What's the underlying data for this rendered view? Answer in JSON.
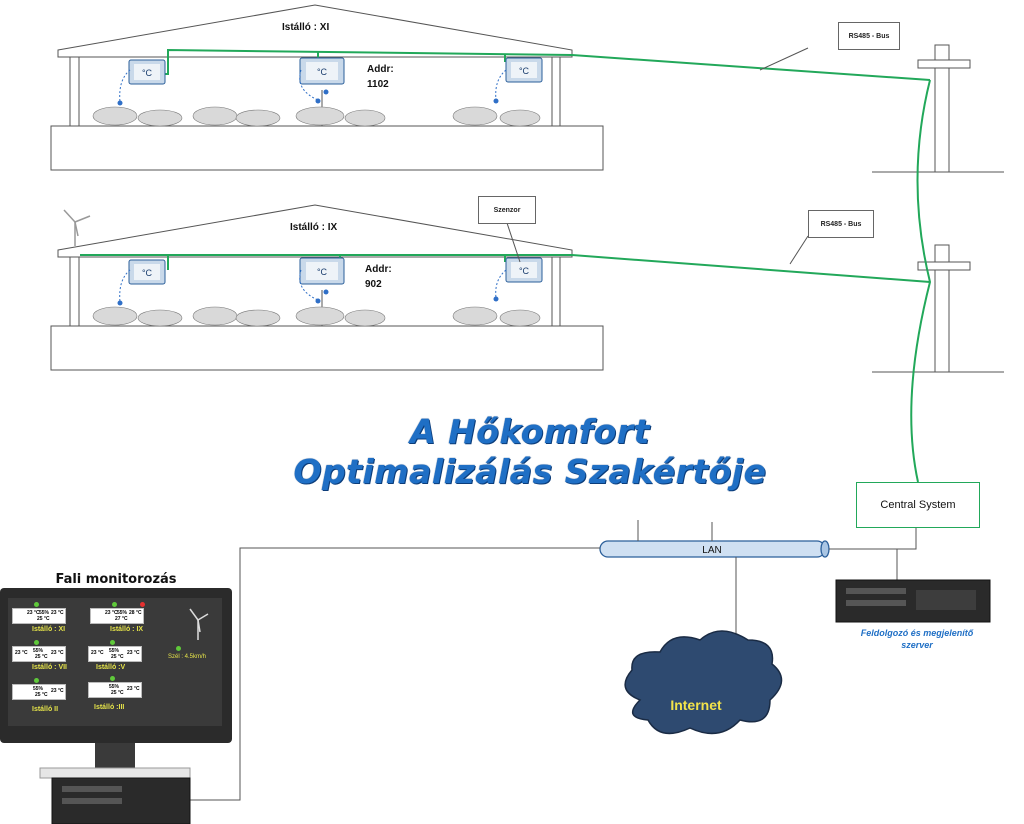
{
  "stables": [
    {
      "title": "Istálló : XI",
      "addr_label": "Addr:",
      "addr_value": "1102",
      "bus_label": "RS485 - Bus"
    },
    {
      "title": "Istálló : IX",
      "addr_label": "Addr:",
      "addr_value": "902",
      "bus_label": "RS485 - Bus",
      "sensor_label": "Szenzor"
    }
  ],
  "sensor_unit": "°C",
  "headline": {
    "line1": "A Hőkomfort",
    "line2": "Optimalizálás Szakértője"
  },
  "central_system": "Central System",
  "lan_label": "LAN",
  "internet_label": "Internet",
  "server_caption": {
    "line1": "Feldolgozó és megjelenítő",
    "line2": "szerver"
  },
  "monitor": {
    "title": "Fali monitorozás",
    "wind": "Szél : 4.5km/h",
    "tiles": [
      {
        "name": "Istálló : XI",
        "t1": "23 °C",
        "h": "55%",
        "t2": "23 °C",
        "t3": "25 °C"
      },
      {
        "name": "Istálló : IX",
        "t1": "23 °C",
        "h": "55%",
        "t2": "28 °C",
        "t3": "27 °C"
      },
      {
        "name": "Istálló : VII",
        "t1": "23 °C",
        "h": "55%",
        "t2": "23 °C",
        "t3": "25 °C"
      },
      {
        "name": "Istálló :V",
        "t1": "23 °C",
        "h": "55%",
        "t2": "23 °C",
        "t3": "25 °C"
      },
      {
        "name": "Istálló  II",
        "t1": "",
        "h": "55%",
        "t2": "23 °C",
        "t3": "25 °C"
      },
      {
        "name": "Istálló :III",
        "t1": "",
        "h": "55%",
        "t2": "23 °C",
        "t3": "25 °C"
      }
    ]
  }
}
